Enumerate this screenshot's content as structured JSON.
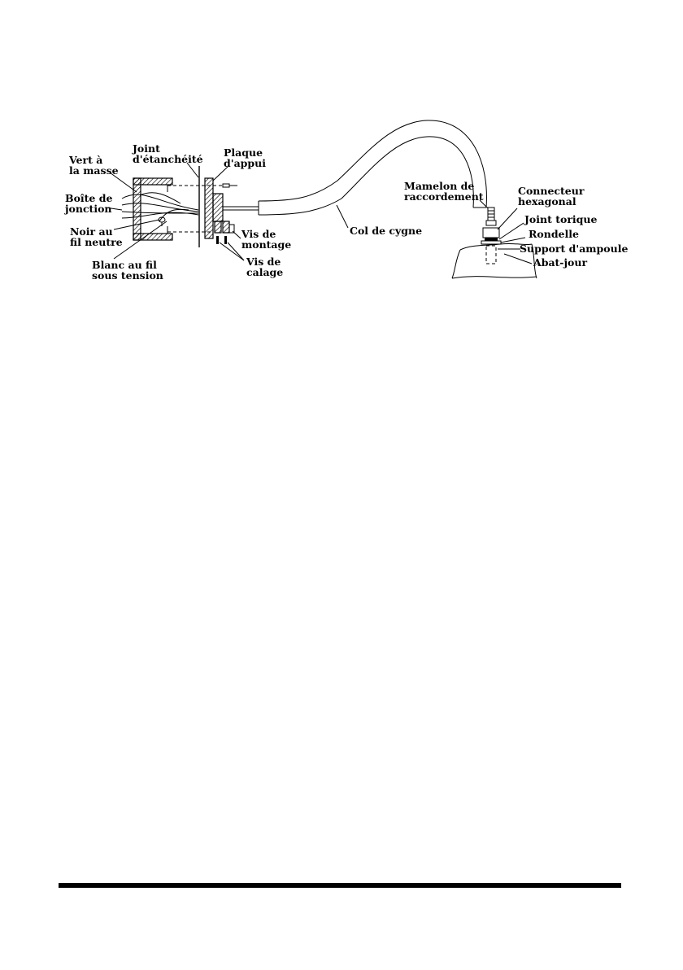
{
  "labels": {
    "vert_masse_1": "Vert à",
    "vert_masse_2": "la masse",
    "joint_etancheite_1": "Joint",
    "joint_etancheite_2": "d'étanchéité",
    "plaque_appui_1": "Plaque",
    "plaque_appui_2": "d'appui",
    "boite_jonction_1": "Boîte de",
    "boite_jonction_2": "jonction",
    "noir_neutre_1": "Noir au",
    "noir_neutre_2": "fil neutre",
    "blanc_tension_1": "Blanc au fil",
    "blanc_tension_2": "sous tension",
    "vis_montage_1": "Vis de",
    "vis_montage_2": "montage",
    "vis_calage_1": "Vis de",
    "vis_calage_2": "calage",
    "col_cygne": "Col de cygne",
    "mamelon_1": "Mamelon de",
    "mamelon_2": "raccordement",
    "connecteur_1": "Connecteur",
    "connecteur_2": "hexagonal",
    "joint_torique": "Joint torique",
    "rondelle": "Rondelle",
    "support_ampoule": "Support d'ampoule",
    "abat_jour": "Abat-jour"
  }
}
